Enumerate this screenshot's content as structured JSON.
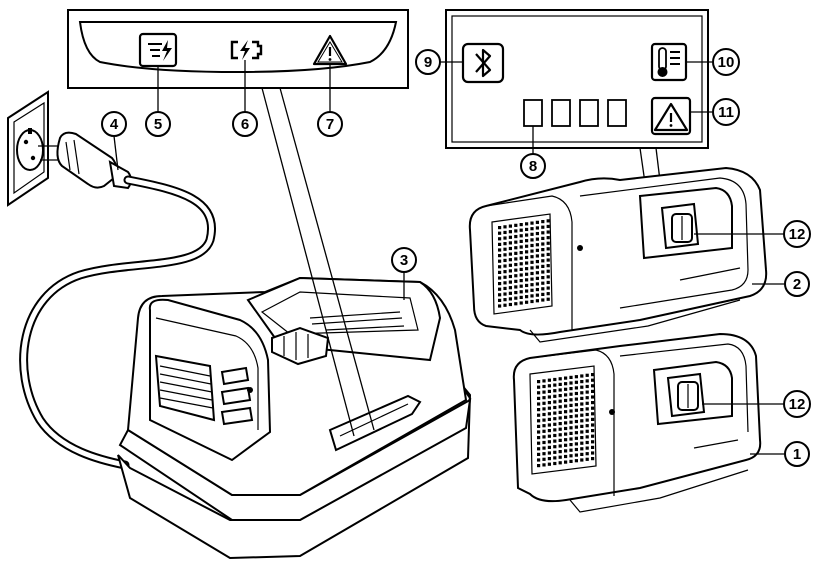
{
  "callouts": [
    {
      "id": "1",
      "label": "1"
    },
    {
      "id": "2",
      "label": "2"
    },
    {
      "id": "3",
      "label": "3"
    },
    {
      "id": "4",
      "label": "4"
    },
    {
      "id": "5",
      "label": "5"
    },
    {
      "id": "6",
      "label": "6"
    },
    {
      "id": "7",
      "label": "7"
    },
    {
      "id": "8",
      "label": "8"
    },
    {
      "id": "9",
      "label": "9"
    },
    {
      "id": "10",
      "label": "10"
    },
    {
      "id": "11",
      "label": "11"
    },
    {
      "id": "12a",
      "label": "12"
    },
    {
      "id": "12b",
      "label": "12"
    }
  ],
  "icons": {
    "charger_panel": [
      "charge-indicator-icon",
      "battery-charging-icon",
      "warning-triangle-icon"
    ],
    "battery_panel": [
      "bluetooth-icon",
      "thermometer-icon",
      "warning-triangle-icon",
      "charge-level-segments"
    ]
  },
  "colors": {
    "line": "#000000",
    "fill": "#ffffff",
    "grey": "#bdbdbd"
  }
}
